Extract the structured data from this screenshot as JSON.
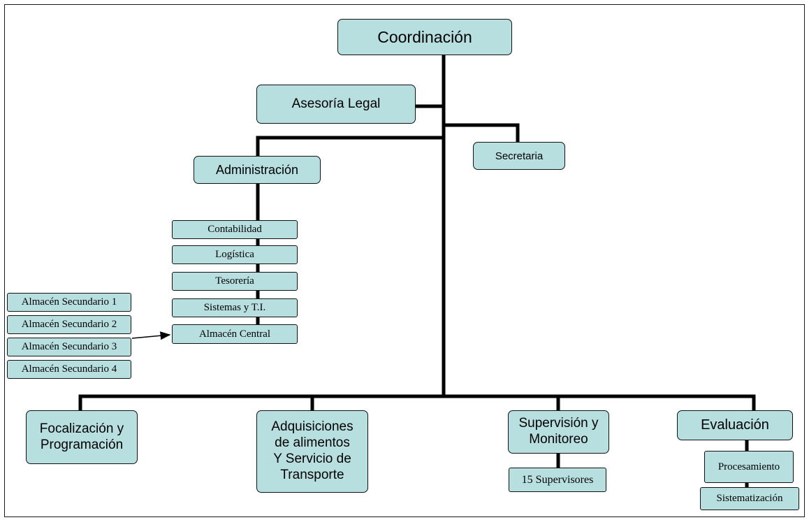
{
  "nodes": {
    "coordinacion": "Coordinación",
    "asesoria_legal": "Asesoría Legal",
    "secretaria": "Secretaria",
    "administracion": "Administración",
    "contabilidad": "Contabilidad",
    "logistica": "Logística",
    "tesoreria": "Tesorería",
    "sistemas": "Sistemas y T.I.",
    "almacen_central": "Almacén Central",
    "almacen_sec_1": "Almacén Secundario 1",
    "almacen_sec_2": "Almacén Secundario 2",
    "almacen_sec_3": "Almacén Secundario 3",
    "almacen_sec_4": "Almacén Secundario 4",
    "focalizacion_1": "Focalización y",
    "focalizacion_2": "Programación",
    "adquisiciones_1": "Adquisiciones",
    "adquisiciones_2": "de alimentos",
    "adquisiciones_3": "Y Servicio de",
    "adquisiciones_4": "Transporte",
    "supervision_1": "Supervisión y",
    "supervision_2": "Monitoreo",
    "supervisores": "15 Supervisores",
    "evaluacion": "Evaluación",
    "procesamiento": "Procesamiento",
    "sistematizacion": "Sistematización"
  },
  "colors": {
    "box_fill": "#b8dfe0",
    "line": "#000000"
  }
}
